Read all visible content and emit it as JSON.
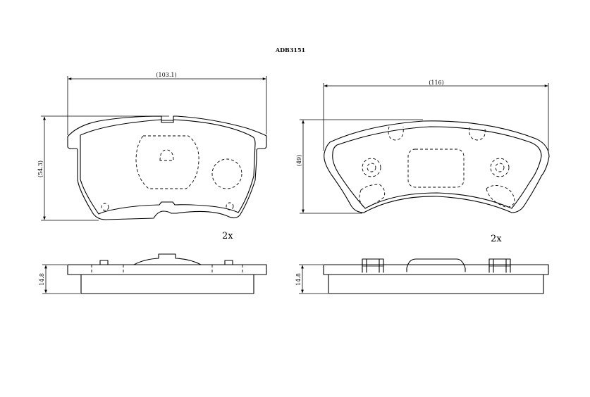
{
  "title": "ADB3151",
  "pad_1": {
    "width_label": "(103.1)",
    "height_label": "(54.3)",
    "thickness_label": "14.8",
    "quantity_label": "2x"
  },
  "pad_2": {
    "width_label": "(116)",
    "height_label": "(49)",
    "thickness_label": "14.8",
    "quantity_label": "2x"
  }
}
